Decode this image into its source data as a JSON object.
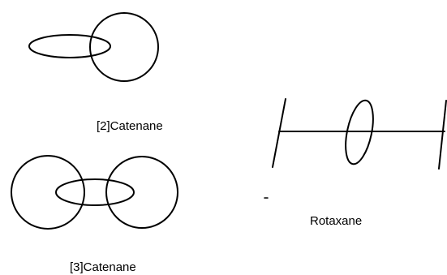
{
  "labels": {
    "catenane2": "[2]Catenane",
    "catenane3": "[3]Catenane",
    "rotaxane": "Rotaxane"
  },
  "colors": {
    "ink": "#000000",
    "background": "#ffffff"
  }
}
